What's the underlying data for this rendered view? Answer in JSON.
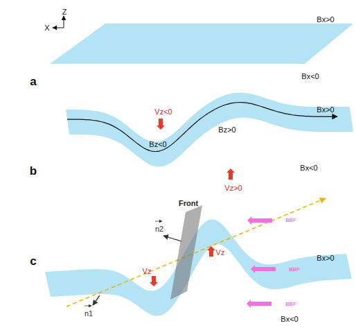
{
  "diagram": {
    "labels": [
      "a",
      "Z",
      "X",
      "Bx>0",
      "Bx<0",
      "b",
      "Vz<0",
      "Bz<0",
      "Bz>0",
      "Vz>0",
      "Bx>0",
      "Bx<0",
      "c",
      "Front",
      "BBF",
      "n2",
      "Vz",
      "Vz",
      "BBF",
      "BBF",
      "Bx>0",
      "n1",
      "Bx<0"
    ]
  }
}
